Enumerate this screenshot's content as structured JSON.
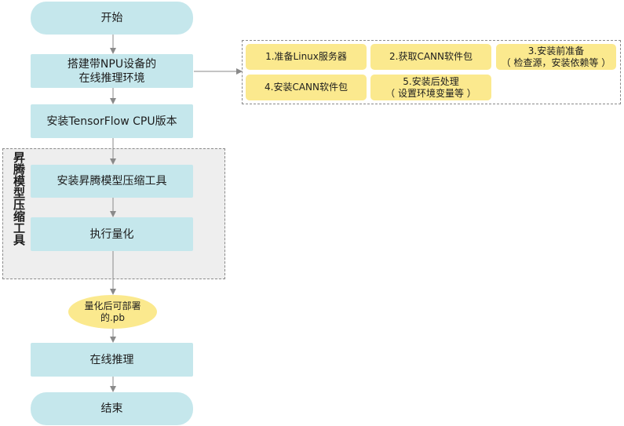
{
  "flow": {
    "start": "开始",
    "setup_env": [
      "搭建带NPU设备的",
      "在线推理环境"
    ],
    "install_tf": "安装TensorFlow CPU版本",
    "install_tool": "安装昇腾模型压缩工具",
    "run_quant": "执行量化",
    "output_pb": [
      "量化后可部署",
      "的.pb"
    ],
    "online_infer": "在线推理",
    "end": "结束"
  },
  "group": {
    "label": "昇腾模型压缩工具"
  },
  "prep_steps": [
    {
      "text": [
        "1.准备Linux服务器"
      ]
    },
    {
      "text": [
        "2.获取CANN软件包"
      ]
    },
    {
      "text": [
        "3.安装前准备",
        "（ 检查源，安装依赖等 ）"
      ]
    },
    {
      "text": [
        "4.安装CANN软件包"
      ]
    },
    {
      "text": [
        "5.安装后处理",
        "（ 设置环境变量等 ）"
      ]
    }
  ],
  "colors": {
    "process_fill": "#c5e7ec",
    "highlight_fill": "#fbe98e",
    "group_fill": "#eeeeee",
    "connector": "#8a8a8a"
  }
}
